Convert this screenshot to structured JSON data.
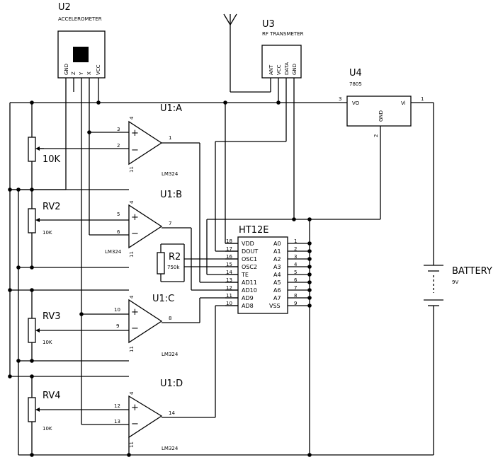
{
  "components": {
    "u2": {
      "ref": "U2",
      "name": "ACCELEROMETER",
      "pins": [
        "GND",
        "Z",
        "Y",
        "X",
        "VCC"
      ]
    },
    "u3": {
      "ref": "U3",
      "name": "RF TRANSMETER",
      "pins": [
        "ANT",
        "VCC",
        "DATA",
        "GND"
      ]
    },
    "u4": {
      "ref": "U4",
      "name": "7805",
      "vo": "VO",
      "vi": "Vi",
      "gnd": "GND",
      "pin_vo": "3",
      "pin_vi": "1",
      "pin_gnd": "2"
    },
    "u1a": {
      "ref": "U1:A",
      "part": "LM324",
      "pin_plus": "3",
      "pin_minus": "2",
      "pin_out": "1",
      "pin_vcc": "4",
      "pin_gnd": "11"
    },
    "u1b": {
      "ref": "U1:B",
      "part": "LM324",
      "pin_plus": "5",
      "pin_minus": "6",
      "pin_out": "7",
      "pin_vcc": "4",
      "pin_gnd": "11"
    },
    "u1c": {
      "ref": "U1:C",
      "part": "LM324",
      "pin_plus": "10",
      "pin_minus": "9",
      "pin_out": "8",
      "pin_vcc": "4",
      "pin_gnd": "11"
    },
    "u1d": {
      "ref": "U1:D",
      "part": "LM324",
      "pin_plus": "12",
      "pin_minus": "13",
      "pin_out": "14",
      "pin_vcc": "4",
      "pin_gnd": "11"
    },
    "ht12e": {
      "ref": "HT12E",
      "left_pins": [
        {
          "num": "18",
          "name": "VDD"
        },
        {
          "num": "17",
          "name": "DOUT"
        },
        {
          "num": "16",
          "name": "OSC1"
        },
        {
          "num": "15",
          "name": "OSC2"
        },
        {
          "num": "14",
          "name": "TE"
        },
        {
          "num": "13",
          "name": "AD11"
        },
        {
          "num": "12",
          "name": "AD10"
        },
        {
          "num": "11",
          "name": "AD9"
        },
        {
          "num": "10",
          "name": "AD8"
        }
      ],
      "right_pins": [
        {
          "num": "1",
          "name": "A0"
        },
        {
          "num": "2",
          "name": "A1"
        },
        {
          "num": "3",
          "name": "A2"
        },
        {
          "num": "4",
          "name": "A3"
        },
        {
          "num": "5",
          "name": "A4"
        },
        {
          "num": "6",
          "name": "A5"
        },
        {
          "num": "7",
          "name": "A6"
        },
        {
          "num": "8",
          "name": "A7"
        },
        {
          "num": "9",
          "name": "VSS"
        }
      ]
    },
    "rv1": {
      "value": "10K"
    },
    "rv2": {
      "ref": "RV2",
      "value": "10K"
    },
    "rv3": {
      "ref": "RV3",
      "value": "10K"
    },
    "rv4": {
      "ref": "RV4",
      "value": "10K"
    },
    "r2": {
      "ref": "R2",
      "value": "750k"
    },
    "battery": {
      "name": "BATTERY",
      "value": "9V"
    }
  }
}
